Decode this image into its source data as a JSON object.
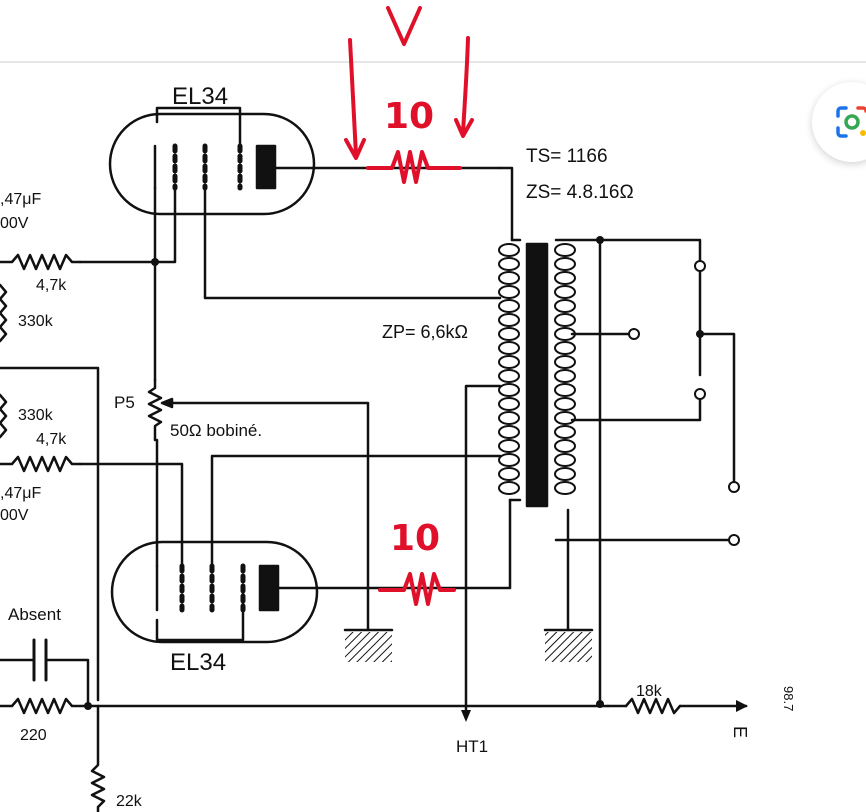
{
  "diagram": {
    "tube_top_label": "EL34",
    "tube_bottom_label": "EL34",
    "ts_label": "TS= 1166",
    "zs_label": "ZS= 4.8.16Ω",
    "zp_label": "ZP= 6,6kΩ",
    "cap_top_value": ",47μF",
    "cap_top_voltage": "00V",
    "res_4k7_top": "4,7k",
    "res_330k_top": "330k",
    "res_330k_bottom": "330k",
    "res_4k7_bottom": "4,7k",
    "cap_bottom_value": ",47μF",
    "cap_bottom_voltage": "00V",
    "pot_label": "P5",
    "pot_value": "50Ω  bobiné.",
    "absent_label": "Absent",
    "res_220": "220",
    "res_22k": "22k",
    "res_18k": "18k",
    "ht1_label": "HT1",
    "e_label": "E",
    "margin_ref": "98.7"
  },
  "annotations": {
    "top_letter": "V",
    "top_resistor_value": "10",
    "bottom_resistor_value": "10",
    "color": "#e0102a"
  },
  "ui": {
    "lens_button_icon": "google-lens-icon",
    "accent": "#1a73e8"
  }
}
